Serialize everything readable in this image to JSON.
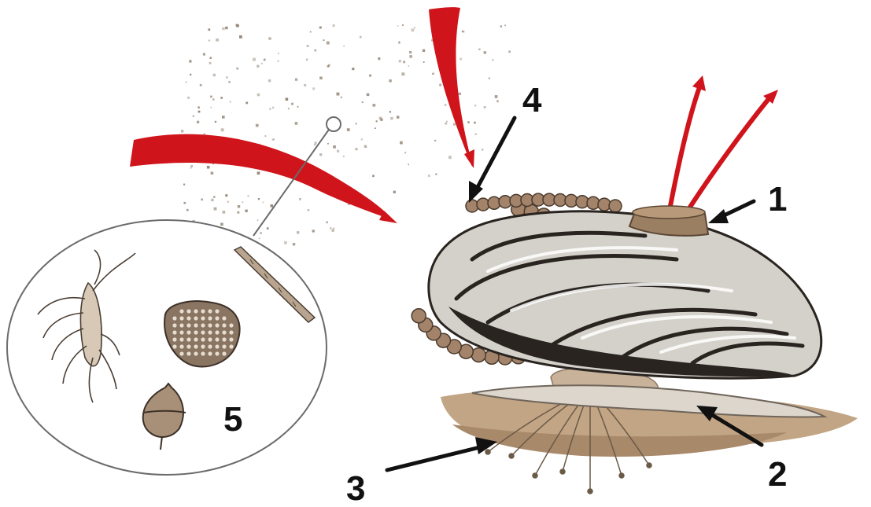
{
  "colors": {
    "background": "#ffffff",
    "flow_arrows": "#d0141b",
    "pointer_arrows": "#111111",
    "shell_dark": "#2a2420",
    "shell_light": "#c9c6c0",
    "sediment": "#b09070",
    "plankton_particles": "#8a7a6a"
  },
  "labels": {
    "label_1": "1",
    "label_2": "2",
    "label_3": "3",
    "label_4": "4",
    "label_5": "5"
  },
  "icons": {
    "mussel": "mussel-shell-icon",
    "plankton": "plankton-organism-icon",
    "inflow": "inflow-arrow-icon",
    "outflow": "outflow-arrow-icon",
    "pointer": "pointer-arrow-icon"
  }
}
